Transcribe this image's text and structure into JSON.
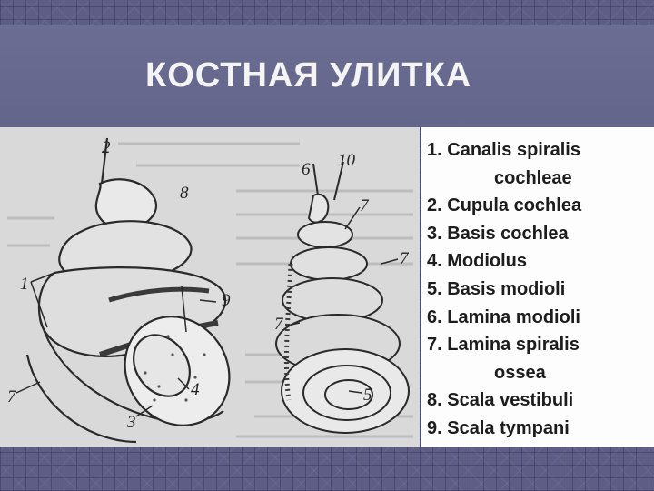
{
  "title": "КОСТНАЯ УЛИТКА",
  "legend": [
    {
      "n": "1.",
      "text": "Canalis spiralis",
      "cont": "cochleae"
    },
    {
      "n": "2.",
      "text": "Cupula cochlea"
    },
    {
      "n": "3.",
      "text": "Basis cochlea"
    },
    {
      "n": "4.",
      "text": "Modiolus"
    },
    {
      "n": "5.",
      "text": "Basis modioli"
    },
    {
      "n": "6.",
      "text": "Lamina modioli"
    },
    {
      "n": "7.",
      "text": "Lamina spiralis",
      "cont": "ossea"
    },
    {
      "n": "8.",
      "text": "Scala vestibuli"
    },
    {
      "n": "9.",
      "text": "Scala tympani"
    }
  ],
  "figure_labels": {
    "left": [
      "2",
      "8",
      "1",
      "9",
      "7",
      "4",
      "3"
    ],
    "right": [
      "6",
      "10",
      "7",
      "7",
      "7",
      "5"
    ]
  },
  "colors": {
    "background": "#5d5d86",
    "title": "#f4f4f4",
    "legend_bg": "#fdfdfd",
    "figure_bg": "#d9d9d9"
  }
}
